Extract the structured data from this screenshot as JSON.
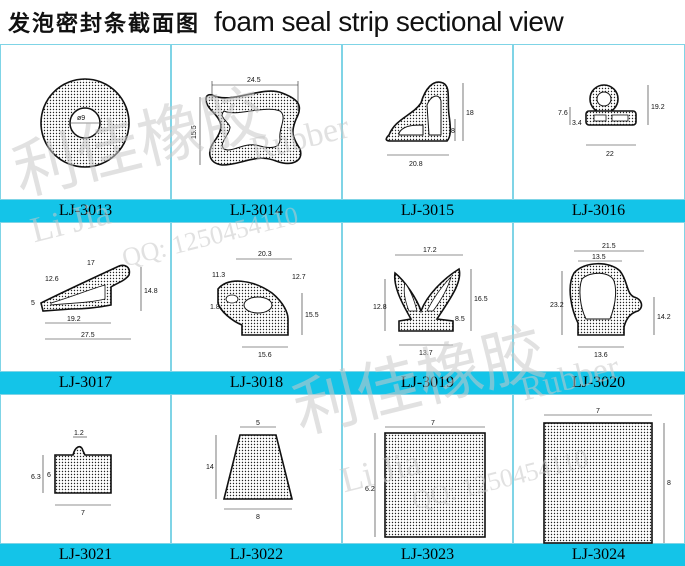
{
  "header": {
    "title_cn": "发泡密封条截面图",
    "title_en": "foam seal strip sectional view"
  },
  "watermark": {
    "cn": "利佳橡胶",
    "en_brand": "Rubber",
    "en_name": "Li Jia",
    "qq": "QQ: 1250454110"
  },
  "colors": {
    "band": "#14c4e8",
    "border": "#7fd4e6"
  },
  "items": [
    {
      "code": "LJ-3013",
      "dims": [
        "ø9"
      ]
    },
    {
      "code": "LJ-3014",
      "dims": [
        "24.5",
        "15.5"
      ]
    },
    {
      "code": "LJ-3015",
      "dims": [
        "18",
        "8",
        "20.8"
      ]
    },
    {
      "code": "LJ-3016",
      "dims": [
        "7.6",
        "3.4",
        "19.2",
        "22"
      ]
    },
    {
      "code": "LJ-3017",
      "dims": [
        "12.6",
        "17",
        "14.8",
        "5",
        "19.2",
        "27.5"
      ]
    },
    {
      "code": "LJ-3018",
      "dims": [
        "20.3",
        "11.3",
        "12.7",
        "15.5",
        "1.8",
        "15.6"
      ]
    },
    {
      "code": "LJ-3019",
      "dims": [
        "17.2",
        "12.8",
        "16.5",
        "8.5",
        "13.7"
      ]
    },
    {
      "code": "LJ-3020",
      "dims": [
        "21.5",
        "13.5",
        "23.2",
        "14.2",
        "13.6"
      ]
    },
    {
      "code": "LJ-3021",
      "dims": [
        "1.2",
        "6.3",
        "6",
        "7"
      ]
    },
    {
      "code": "LJ-3022",
      "dims": [
        "5",
        "14",
        "8"
      ]
    },
    {
      "code": "LJ-3023",
      "dims": [
        "7",
        "6.2"
      ]
    },
    {
      "code": "LJ-3024",
      "dims": [
        "7",
        "8"
      ]
    }
  ]
}
